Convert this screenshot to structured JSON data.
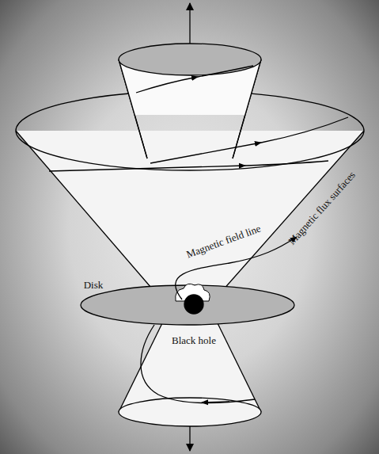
{
  "diagram": {
    "labels": [
      "Magnetic field line",
      "Magnetic flux surfaces",
      "Disk",
      "Black hole"
    ]
  }
}
